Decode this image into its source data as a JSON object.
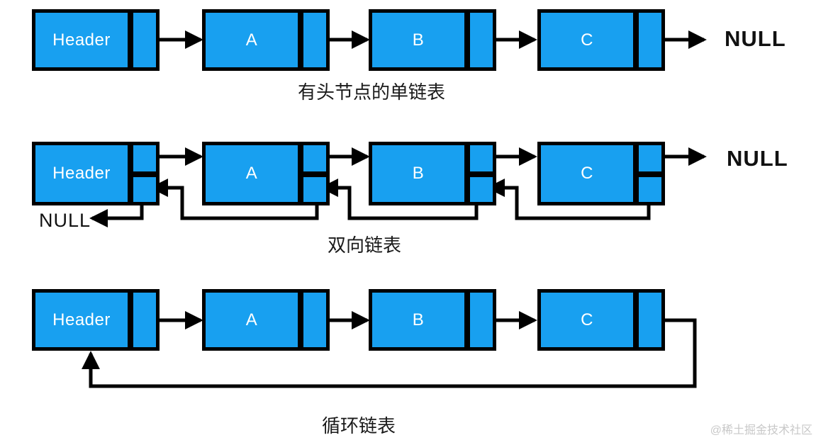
{
  "colors": {
    "node_fill": "#18A0F0",
    "node_border": "#000000",
    "node_text": "#FFFFFF",
    "arrow": "#000000",
    "caption_text": "#1A1A1A",
    "watermark_text": "#C8C8C8"
  },
  "rows": [
    {
      "id": "singly-linked-list",
      "caption": "有头节点的单链表",
      "nodes": [
        {
          "label": "Header"
        },
        {
          "label": "A"
        },
        {
          "label": "B"
        },
        {
          "label": "C"
        }
      ],
      "null_label": "NULL"
    },
    {
      "id": "doubly-linked-list",
      "caption": "双向链表",
      "nodes": [
        {
          "label": "Header"
        },
        {
          "label": "A"
        },
        {
          "label": "B"
        },
        {
          "label": "C"
        }
      ],
      "null_right": "NULL",
      "null_left": "NULL"
    },
    {
      "id": "circular-linked-list",
      "caption": "循环链表",
      "nodes": [
        {
          "label": "Header"
        },
        {
          "label": "A"
        },
        {
          "label": "B"
        },
        {
          "label": "C"
        }
      ]
    }
  ],
  "watermark": "@稀土掘金技术社区"
}
